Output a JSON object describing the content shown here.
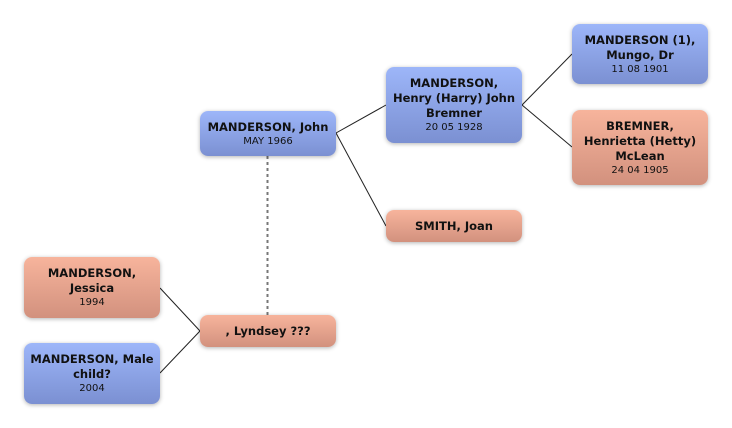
{
  "colors": {
    "male": "#8ea4e6",
    "female": "#e6a28c"
  },
  "people": {
    "john": {
      "name": "MANDERSON, John",
      "date": "MAY 1966"
    },
    "henry": {
      "name": "MANDERSON, Henry (Harry) John Bremner",
      "date": "20 05 1928"
    },
    "smith": {
      "name": "SMITH, Joan"
    },
    "mungo": {
      "name": "MANDERSON (1), Mungo, Dr",
      "date": "11 08 1901"
    },
    "bremner": {
      "name": "BREMNER, Henrietta (Hetty) McLean",
      "date": "24 04 1905"
    },
    "jessica": {
      "name": "MANDERSON, Jessica",
      "date": "1994"
    },
    "male_child": {
      "name": "MANDERSON, Male child?",
      "date": "2004"
    },
    "lyndsey": {
      "name": ", Lyndsey ???"
    }
  }
}
